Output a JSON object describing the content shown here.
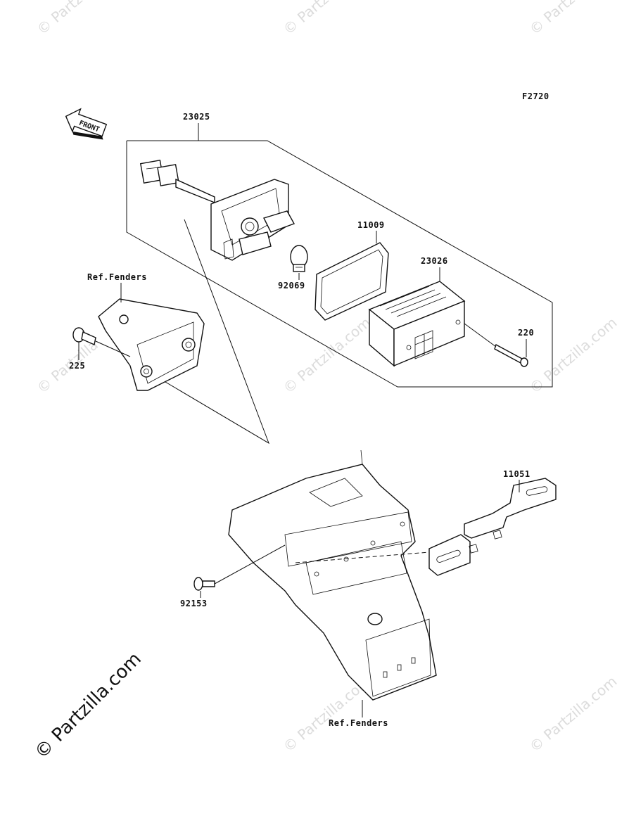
{
  "diagram": {
    "figure_code": "F2720",
    "front_label": "FRONT",
    "callouts": {
      "p23025": "23025",
      "p11009": "11009",
      "p23026": "23026",
      "p92069": "92069",
      "p220": "220",
      "p225": "225",
      "p11051": "11051",
      "p92153": "92153",
      "ref_fenders_top": "Ref.Fenders",
      "ref_fenders_bottom": "Ref.Fenders"
    }
  },
  "watermark": {
    "brand": "© Partzilla.com",
    "small": "© Partzilla"
  }
}
